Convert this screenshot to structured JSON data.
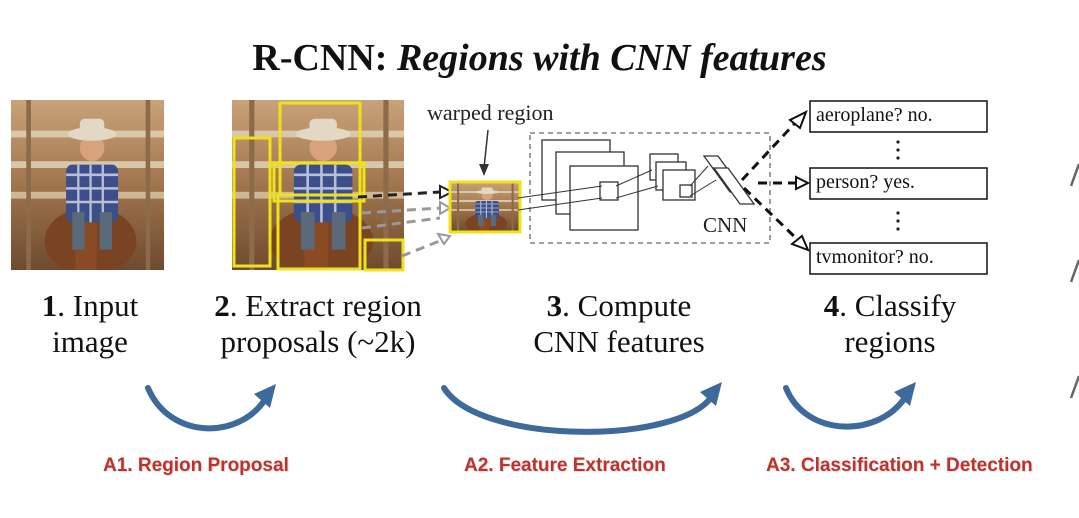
{
  "title": {
    "main": "R-CNN: ",
    "italic": "Regions with CNN features"
  },
  "labels": {
    "warped_region": "warped region",
    "cnn": "CNN"
  },
  "steps": [
    {
      "num": "1",
      "line1": ". Input",
      "line2": "image"
    },
    {
      "num": "2",
      "line1": ". Extract region",
      "line2": "proposals (~2k)"
    },
    {
      "num": "3",
      "line1": ". Compute",
      "line2": "CNN features"
    },
    {
      "num": "4",
      "line1": ". Classify",
      "line2": "regions"
    }
  ],
  "classes": [
    {
      "label": "aeroplane? no."
    },
    {
      "label": "person? yes."
    },
    {
      "label": "tvmonitor? no."
    }
  ],
  "phases": [
    {
      "label": "A1. Region Proposal"
    },
    {
      "label": "A2. Feature Extraction"
    },
    {
      "label": "A3. Classification + Detection"
    }
  ],
  "colors": {
    "proposal": "#f0e21a",
    "phase_text": "#c0312b",
    "curve_arrow": "#3d6a9a"
  }
}
